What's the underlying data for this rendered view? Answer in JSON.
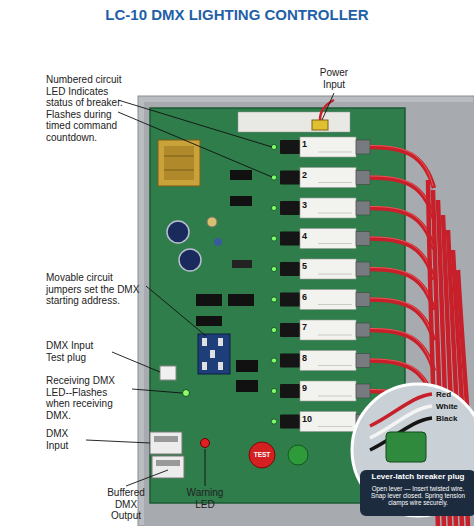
{
  "diagram": {
    "title": "LC-10 DMX LIGHTING CONTROLLER",
    "nodes": [
      {
        "text": [
          "Red",
          "White",
          "Black",
          "Lever-latch breaker plug",
          "Open lever — Insert twisted wire. Snap lever closed. Spring tension clamps wire securely."
        ]
      }
    ],
    "labels": [
      "Numbered circuit LED Indicates status of breaker. Flashes during timed command countdown.",
      "Power Input",
      "Movable circuit jumpers set the DMX starting address.",
      "DMX Input Test plug",
      "Receiving DMX LED--Flashes when receiving DMX.",
      "DMX Input",
      "Buffered DMX Output",
      "Warning LED",
      "1",
      "2",
      "3",
      "4",
      "5",
      "6",
      "7",
      "8",
      "9",
      "10",
      "TEST"
    ]
  }
}
